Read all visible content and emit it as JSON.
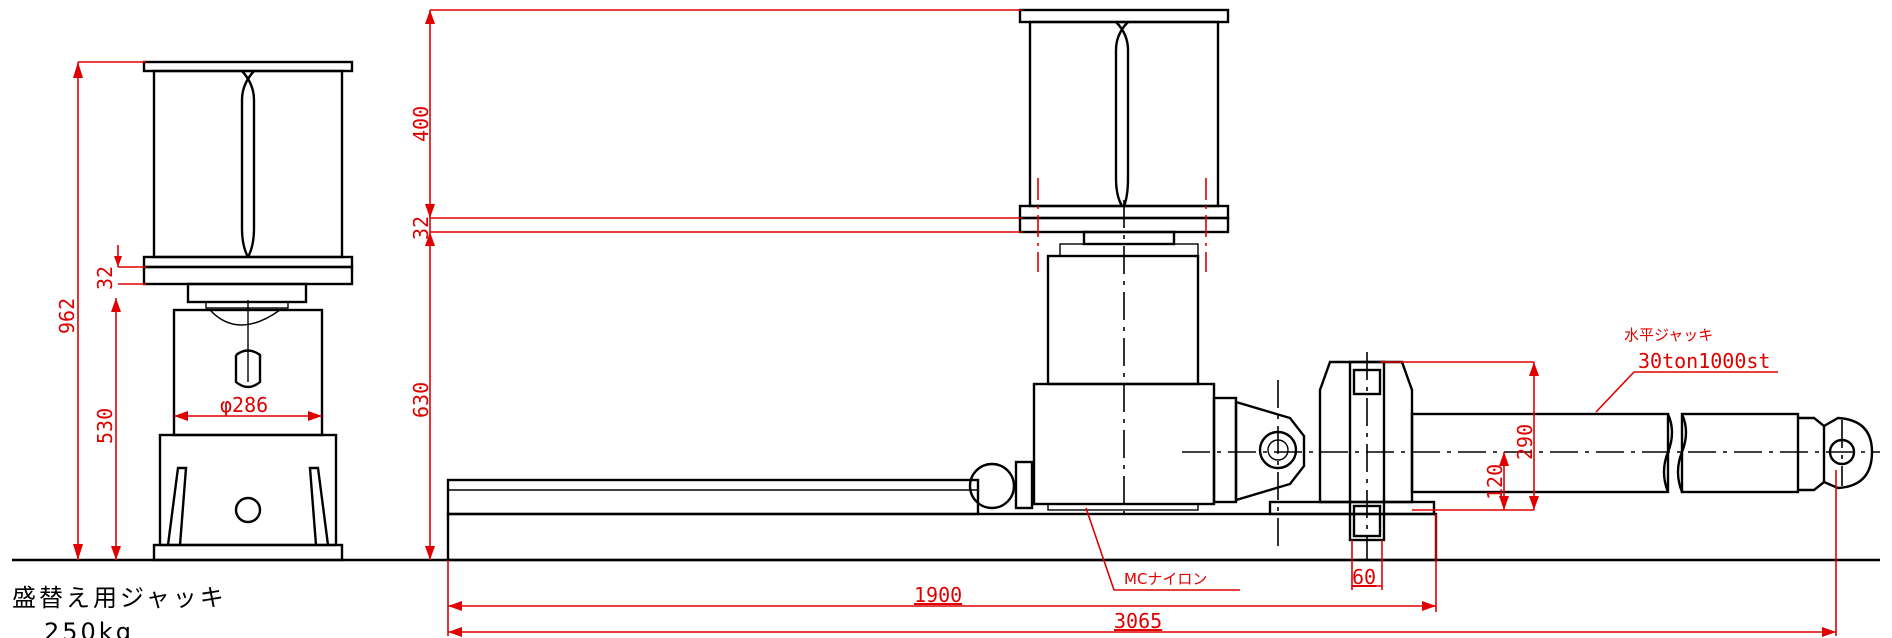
{
  "caption": {
    "title": "盛替え用ジャッキ",
    "subtitle": "250kg"
  },
  "dims": {
    "left_total": "962",
    "left_plate": "32",
    "left_jack": "530",
    "left_dia": "φ286",
    "mid_beam": "400",
    "mid_plate": "32",
    "mid_jack": "630",
    "h_290": "290",
    "h_120": "120",
    "w_60": "60",
    "w_1900": "1900",
    "w_3065": "3065"
  },
  "labels": {
    "hjack_title": "水平ジャッキ",
    "hjack_spec": "30ton1000st",
    "nylon": "MCナイロン"
  },
  "colors": {
    "outline": "#000000",
    "dimension": "#e00000",
    "background": "#ffffff"
  }
}
